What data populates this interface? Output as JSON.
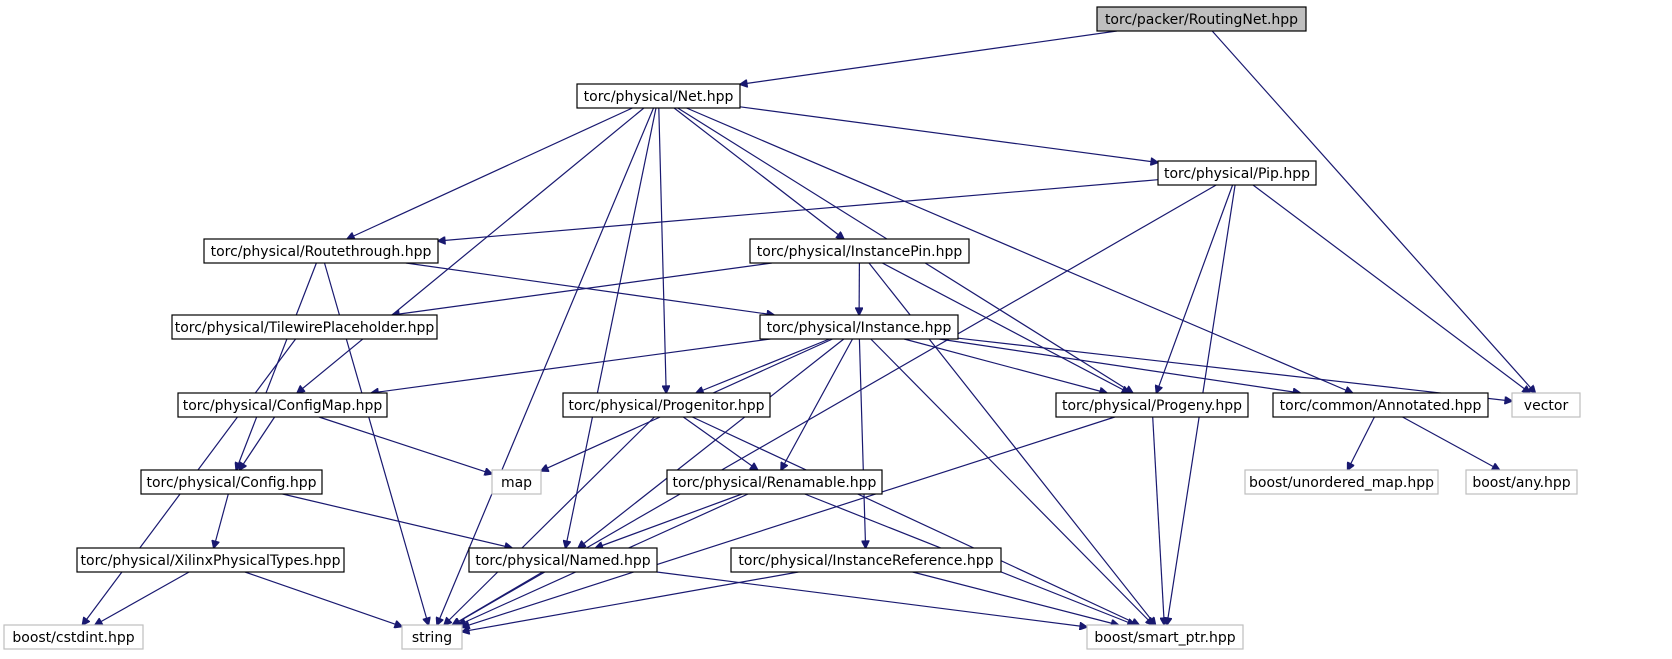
{
  "graph": {
    "colors": {
      "edge": "#191970",
      "root_fill": "#bfbfbf",
      "internal_border": "#000000",
      "external_border": "#bfbfbf",
      "background": "#ffffff"
    },
    "nodes": [
      {
        "id": "routingnet",
        "label": "torc/packer/RoutingNet.hpp",
        "kind": "root"
      },
      {
        "id": "net",
        "label": "torc/physical/Net.hpp",
        "kind": "internal"
      },
      {
        "id": "pip",
        "label": "torc/physical/Pip.hpp",
        "kind": "internal"
      },
      {
        "id": "routethrough",
        "label": "torc/physical/Routethrough.hpp",
        "kind": "internal"
      },
      {
        "id": "instancepin",
        "label": "torc/physical/InstancePin.hpp",
        "kind": "internal"
      },
      {
        "id": "tilewire",
        "label": "torc/physical/TilewirePlaceholder.hpp",
        "kind": "internal"
      },
      {
        "id": "instance",
        "label": "torc/physical/Instance.hpp",
        "kind": "internal"
      },
      {
        "id": "configmap",
        "label": "torc/physical/ConfigMap.hpp",
        "kind": "internal"
      },
      {
        "id": "progenitor",
        "label": "torc/physical/Progenitor.hpp",
        "kind": "internal"
      },
      {
        "id": "progeny",
        "label": "torc/physical/Progeny.hpp",
        "kind": "internal"
      },
      {
        "id": "annotated",
        "label": "torc/common/Annotated.hpp",
        "kind": "internal"
      },
      {
        "id": "vector",
        "label": "vector",
        "kind": "external"
      },
      {
        "id": "config",
        "label": "torc/physical/Config.hpp",
        "kind": "internal"
      },
      {
        "id": "map",
        "label": "map",
        "kind": "external"
      },
      {
        "id": "renamable",
        "label": "torc/physical/Renamable.hpp",
        "kind": "internal"
      },
      {
        "id": "unordered",
        "label": "boost/unordered_map.hpp",
        "kind": "external"
      },
      {
        "id": "any",
        "label": "boost/any.hpp",
        "kind": "external"
      },
      {
        "id": "xilinx",
        "label": "torc/physical/XilinxPhysicalTypes.hpp",
        "kind": "internal"
      },
      {
        "id": "named",
        "label": "torc/physical/Named.hpp",
        "kind": "internal"
      },
      {
        "id": "instref",
        "label": "torc/physical/InstanceReference.hpp",
        "kind": "internal"
      },
      {
        "id": "cstdint",
        "label": "boost/cstdint.hpp",
        "kind": "external"
      },
      {
        "id": "string",
        "label": "string",
        "kind": "external"
      },
      {
        "id": "smartptr",
        "label": "boost/smart_ptr.hpp",
        "kind": "external"
      }
    ],
    "edges": [
      [
        "routingnet",
        "net"
      ],
      [
        "routingnet",
        "vector"
      ],
      [
        "net",
        "pip"
      ],
      [
        "net",
        "routethrough"
      ],
      [
        "net",
        "instancepin"
      ],
      [
        "net",
        "configmap"
      ],
      [
        "net",
        "progenitor"
      ],
      [
        "net",
        "progeny"
      ],
      [
        "net",
        "annotated"
      ],
      [
        "net",
        "named"
      ],
      [
        "net",
        "string"
      ],
      [
        "pip",
        "routethrough"
      ],
      [
        "pip",
        "progeny"
      ],
      [
        "pip",
        "vector"
      ],
      [
        "pip",
        "string"
      ],
      [
        "pip",
        "smartptr"
      ],
      [
        "routethrough",
        "instance"
      ],
      [
        "routethrough",
        "config"
      ],
      [
        "routethrough",
        "string"
      ],
      [
        "instancepin",
        "instance"
      ],
      [
        "instancepin",
        "tilewire"
      ],
      [
        "instancepin",
        "progeny"
      ],
      [
        "instancepin",
        "smartptr"
      ],
      [
        "tilewire",
        "cstdint"
      ],
      [
        "instance",
        "configmap"
      ],
      [
        "instance",
        "progenitor"
      ],
      [
        "instance",
        "progeny"
      ],
      [
        "instance",
        "annotated"
      ],
      [
        "instance",
        "vector"
      ],
      [
        "instance",
        "map"
      ],
      [
        "instance",
        "renamable"
      ],
      [
        "instance",
        "named"
      ],
      [
        "instance",
        "instref"
      ],
      [
        "instance",
        "smartptr"
      ],
      [
        "configmap",
        "config"
      ],
      [
        "configmap",
        "map"
      ],
      [
        "progenitor",
        "renamable"
      ],
      [
        "progenitor",
        "string"
      ],
      [
        "progenitor",
        "smartptr"
      ],
      [
        "progeny",
        "string"
      ],
      [
        "progeny",
        "smartptr"
      ],
      [
        "annotated",
        "unordered"
      ],
      [
        "annotated",
        "any"
      ],
      [
        "config",
        "xilinx"
      ],
      [
        "config",
        "named"
      ],
      [
        "renamable",
        "named"
      ],
      [
        "renamable",
        "string"
      ],
      [
        "renamable",
        "smartptr"
      ],
      [
        "xilinx",
        "cstdint"
      ],
      [
        "xilinx",
        "string"
      ],
      [
        "named",
        "string"
      ],
      [
        "named",
        "smartptr"
      ],
      [
        "instref",
        "string"
      ],
      [
        "instref",
        "smartptr"
      ]
    ]
  }
}
